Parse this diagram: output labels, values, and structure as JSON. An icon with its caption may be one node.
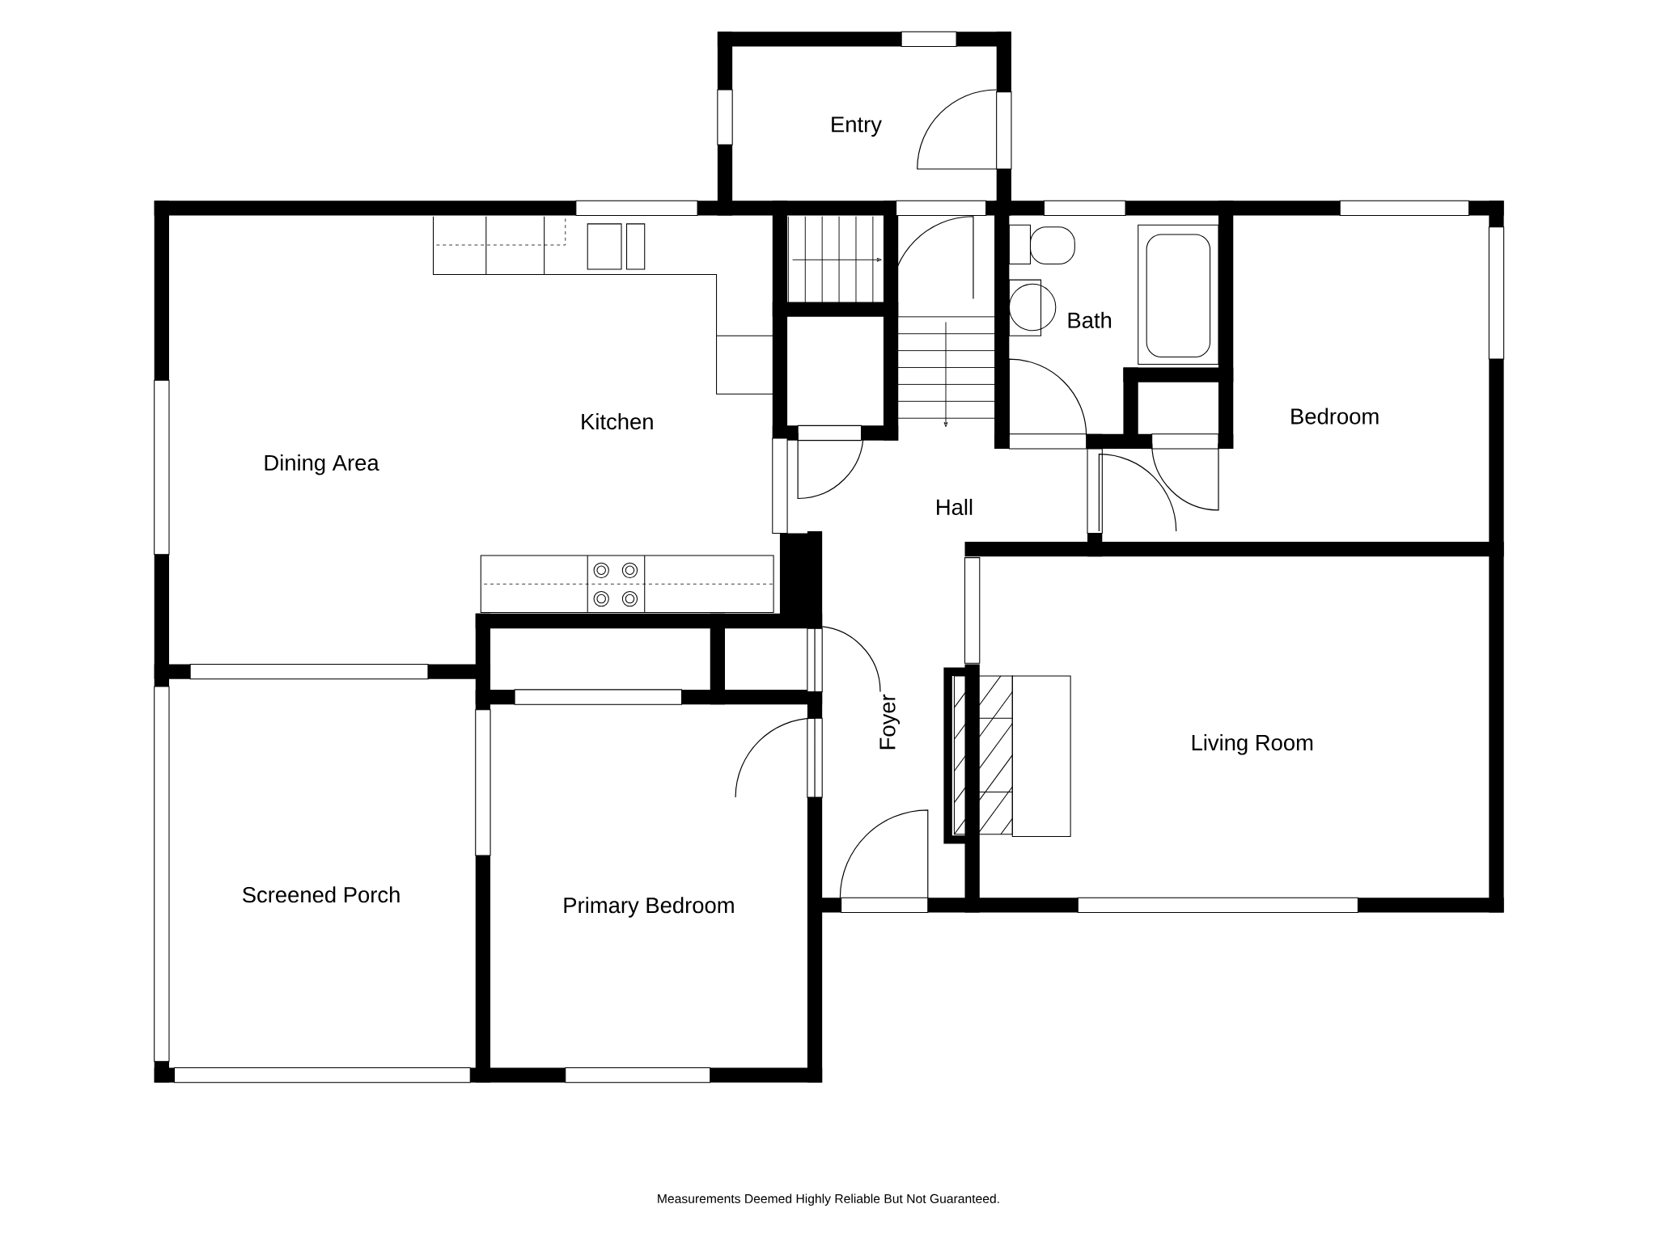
{
  "diagram": {
    "caption": "Measurements Deemed Highly Reliable But Not Guaranteed.",
    "labels": [
      "Entry",
      "Kitchen",
      "Dining Area",
      "Bath",
      "Bedroom",
      "Hall",
      "Foyer",
      "Living Room",
      "Screened Porch",
      "Primary Bedroom"
    ]
  }
}
